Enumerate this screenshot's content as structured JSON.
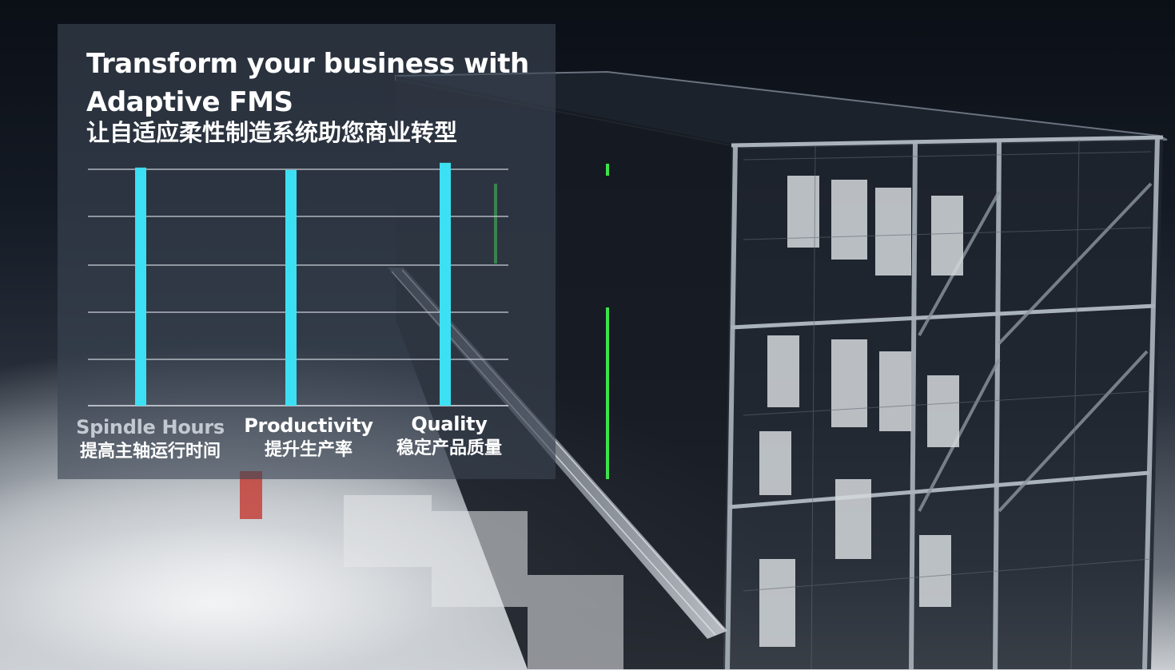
{
  "overlay": {
    "title_en": "Transform your business with Adaptive FMS",
    "title_zh": "让自适应柔性制造系统助您商业转型"
  },
  "colors": {
    "bar": "#3ce0f2",
    "gridline": "#c9ced6",
    "label_dim": "#c3c9d1",
    "label_bright": "#ffffff"
  },
  "chart_data": {
    "type": "bar",
    "categories": [
      "Spindle Hours",
      "Productivity",
      "Quality"
    ],
    "categories_zh": [
      "提高主轴运行时间",
      "提升生产率",
      "稳定产品质量"
    ],
    "values": [
      100,
      99,
      102
    ],
    "ylim": [
      0,
      110
    ],
    "grid": true,
    "legend": "none"
  }
}
